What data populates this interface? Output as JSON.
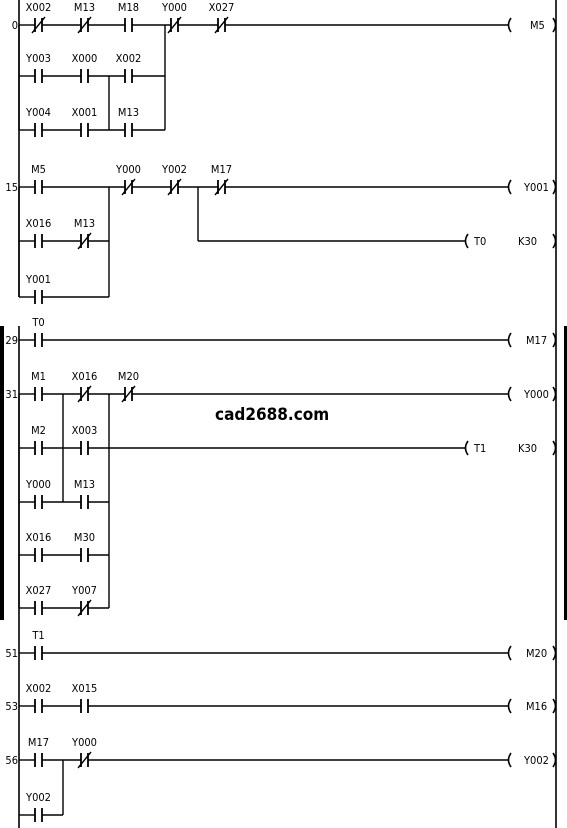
{
  "watermark": "cad2688.com",
  "rungs": [
    {
      "step": "0",
      "contacts": [
        {
          "label": "X002",
          "type": "NC"
        },
        {
          "label": "M13",
          "type": "NC"
        },
        {
          "label": "M18",
          "type": "NO"
        },
        {
          "label": "Y000",
          "type": "NC"
        },
        {
          "label": "X027",
          "type": "NC"
        },
        {
          "label": "Y003",
          "type": "NO"
        },
        {
          "label": "X000",
          "type": "NO"
        },
        {
          "label": "X002",
          "type": "NO"
        },
        {
          "label": "Y004",
          "type": "NO"
        },
        {
          "label": "X001",
          "type": "NO"
        },
        {
          "label": "M13",
          "type": "NO"
        }
      ],
      "outputs": [
        {
          "name": "M5",
          "param": ""
        }
      ]
    },
    {
      "step": "15",
      "contacts": [
        {
          "label": "M5",
          "type": "NO"
        },
        {
          "label": "Y000",
          "type": "NC"
        },
        {
          "label": "Y002",
          "type": "NC"
        },
        {
          "label": "M17",
          "type": "NC"
        },
        {
          "label": "X016",
          "type": "NO"
        },
        {
          "label": "M13",
          "type": "NC"
        },
        {
          "label": "Y001",
          "type": "NO"
        }
      ],
      "outputs": [
        {
          "name": "Y001",
          "param": ""
        },
        {
          "name": "T0",
          "param": "K30"
        }
      ]
    },
    {
      "step": "29",
      "contacts": [
        {
          "label": "T0",
          "type": "NO"
        }
      ],
      "outputs": [
        {
          "name": "M17",
          "param": ""
        }
      ]
    },
    {
      "step": "31",
      "contacts": [
        {
          "label": "M1",
          "type": "NO"
        },
        {
          "label": "X016",
          "type": "NC"
        },
        {
          "label": "M20",
          "type": "NC"
        },
        {
          "label": "M2",
          "type": "NO"
        },
        {
          "label": "X003",
          "type": "NO"
        },
        {
          "label": "Y000",
          "type": "NO"
        },
        {
          "label": "M13",
          "type": "NO"
        },
        {
          "label": "X016",
          "type": "NO"
        },
        {
          "label": "M30",
          "type": "NO"
        },
        {
          "label": "X027",
          "type": "NO"
        },
        {
          "label": "Y007",
          "type": "NC"
        }
      ],
      "outputs": [
        {
          "name": "Y000",
          "param": ""
        },
        {
          "name": "T1",
          "param": "K30"
        }
      ]
    },
    {
      "step": "51",
      "contacts": [
        {
          "label": "T1",
          "type": "NO"
        }
      ],
      "outputs": [
        {
          "name": "M20",
          "param": ""
        }
      ]
    },
    {
      "step": "53",
      "contacts": [
        {
          "label": "X002",
          "type": "NO"
        },
        {
          "label": "X015",
          "type": "NO"
        }
      ],
      "outputs": [
        {
          "name": "M16",
          "param": ""
        }
      ]
    },
    {
      "step": "56",
      "contacts": [
        {
          "label": "M17",
          "type": "NO"
        },
        {
          "label": "Y000",
          "type": "NC"
        },
        {
          "label": "Y002",
          "type": "NO"
        }
      ],
      "outputs": [
        {
          "name": "Y002",
          "param": ""
        }
      ]
    }
  ]
}
